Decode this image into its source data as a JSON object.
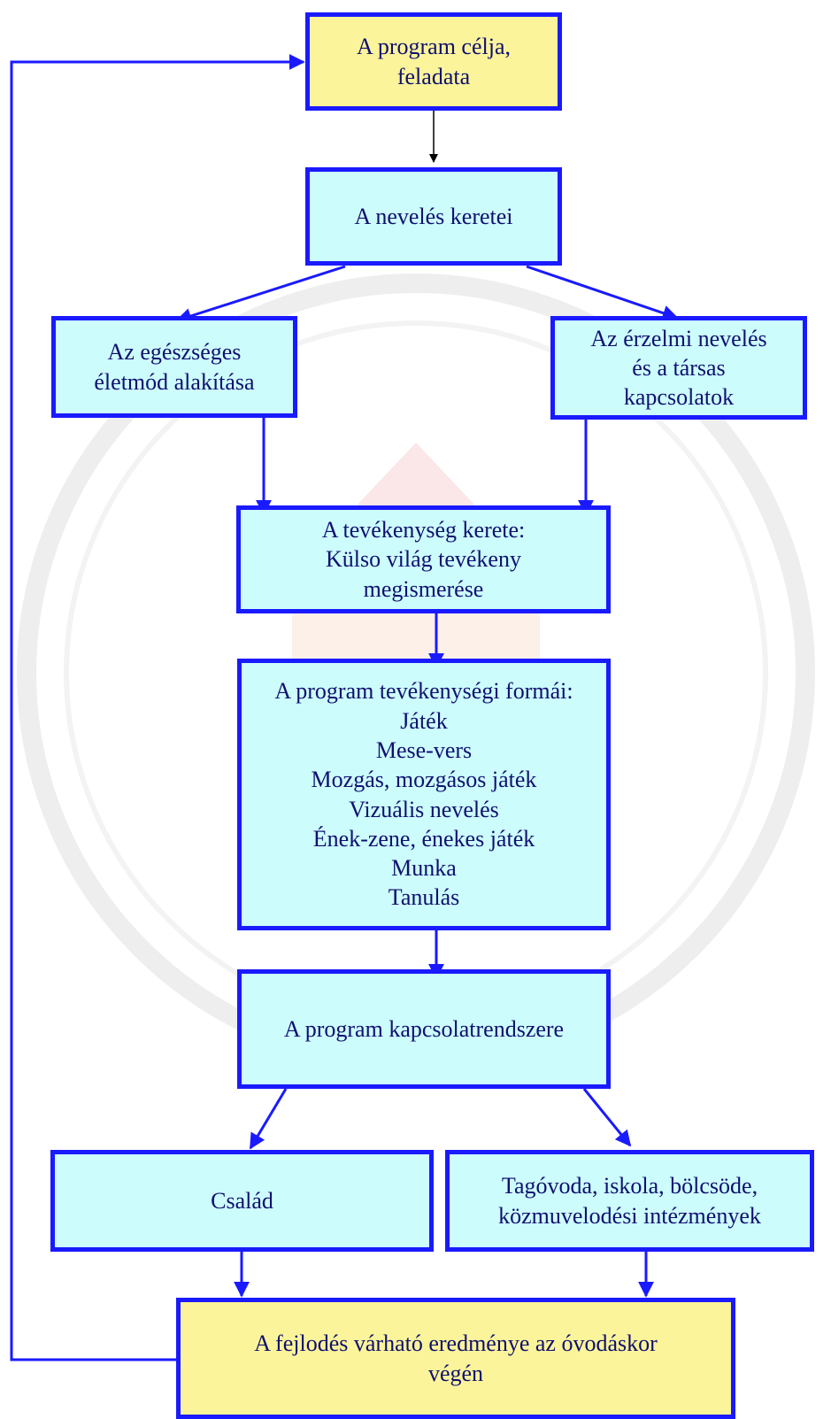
{
  "colors": {
    "box_border": "#1a1aff",
    "box_fill_cyan": "#ccfcfc",
    "box_fill_yellow": "#fbf49a",
    "arrow": "#1a1aff",
    "text": "#101070"
  },
  "nodes": {
    "goal": "A program célja,\nfeladata",
    "frames": "A nevelés keretei",
    "healthy": "Az egészséges\néletmód alakítása",
    "emotional": "Az érzelmi nevelés\nés a társas\nkapcsolatok",
    "activity_frame": "A tevékenység kerete:\nKülso világ tevékeny\nmegismerése",
    "activity_forms": "A program tevékenységi formái:\nJáték\nMese-vers\nMozgás, mozgásos játék\nVizuális nevelés\nÉnek-zene, énekes játék\nMunka\nTanulás",
    "relations": "A program kapcsolatrendszere",
    "family": "Család",
    "institutions": "Tagóvoda, iskola, bölcsöde,\nközmuvelodési intézmények",
    "result": "A fejlodés várható eredménye az óvodáskor\nvégén"
  }
}
